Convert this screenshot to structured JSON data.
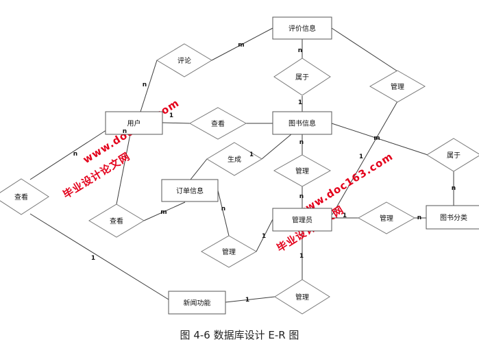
{
  "caption": "图 4-6 数据库设计 E-R 图",
  "entities": [
    {
      "id": "pingjia",
      "label": "评价信息"
    },
    {
      "id": "yonghu",
      "label": "用户"
    },
    {
      "id": "tushu",
      "label": "图书信息"
    },
    {
      "id": "dingdan",
      "label": "订单信息"
    },
    {
      "id": "guanliyuan",
      "label": "管理员"
    },
    {
      "id": "fenlei",
      "label": "图书分类"
    },
    {
      "id": "xinwen",
      "label": "新闻功能"
    }
  ],
  "relationships": [
    {
      "id": "pinglun",
      "label": "评论"
    },
    {
      "id": "shuyu1",
      "label": "属于"
    },
    {
      "id": "guanli1",
      "label": "管理"
    },
    {
      "id": "chakan1",
      "label": "查看"
    },
    {
      "id": "shengcheng",
      "label": "生成"
    },
    {
      "id": "guanli2",
      "label": "管理"
    },
    {
      "id": "shuyu2",
      "label": "属于"
    },
    {
      "id": "chakan2",
      "label": "查看"
    },
    {
      "id": "chakan3",
      "label": "查看"
    },
    {
      "id": "guanli3",
      "label": "管理"
    },
    {
      "id": "guanli4",
      "label": "管理"
    },
    {
      "id": "guanli5",
      "label": "管理"
    }
  ],
  "cardinalities": [
    "m",
    "n",
    "n",
    "1",
    "n",
    "1",
    "n",
    "1",
    "n",
    "m",
    "n",
    "1",
    "n",
    "1",
    "n",
    "m",
    "1",
    "1",
    "n",
    "1",
    "1"
  ],
  "watermarks": [
    {
      "line1": "毕业设计论文网",
      "line2": "www.doc163.com"
    },
    {
      "line1": "毕业设计论文网",
      "line2": "www.doc163.com"
    }
  ]
}
